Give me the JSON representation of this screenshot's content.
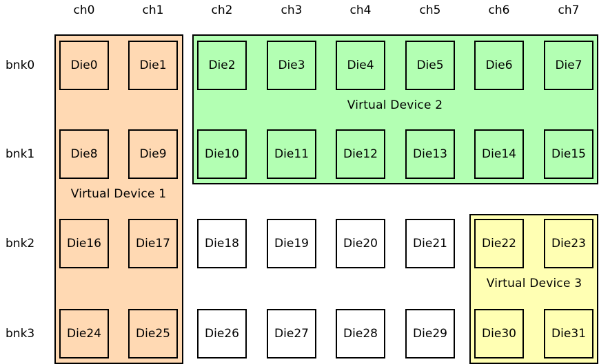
{
  "channels": [
    "ch0",
    "ch1",
    "ch2",
    "ch3",
    "ch4",
    "ch5",
    "ch6",
    "ch7"
  ],
  "banks": [
    "bnk0",
    "bnk1",
    "bnk2",
    "bnk3"
  ],
  "dies": [
    [
      "Die0",
      "Die1",
      "Die2",
      "Die3",
      "Die4",
      "Die5",
      "Die6",
      "Die7"
    ],
    [
      "Die8",
      "Die9",
      "Die10",
      "Die11",
      "Die12",
      "Die13",
      "Die14",
      "Die15"
    ],
    [
      "Die16",
      "Die17",
      "Die18",
      "Die19",
      "Die20",
      "Die21",
      "Die22",
      "Die23"
    ],
    [
      "Die24",
      "Die25",
      "Die26",
      "Die27",
      "Die28",
      "Die29",
      "Die30",
      "Die31"
    ]
  ],
  "virtual_devices": [
    {
      "label": "Virtual Device 1",
      "color": "#ffd9b3",
      "channels": [
        0,
        1
      ],
      "banks": [
        0,
        3
      ]
    },
    {
      "label": "Virtual Device 2",
      "color": "#b3ffb3",
      "channels": [
        2,
        7
      ],
      "banks": [
        0,
        1
      ]
    },
    {
      "label": "Virtual Device 3",
      "color": "#ffffb3",
      "channels": [
        6,
        7
      ],
      "banks": [
        2,
        3
      ]
    }
  ],
  "default_die_color": "#ffffff"
}
